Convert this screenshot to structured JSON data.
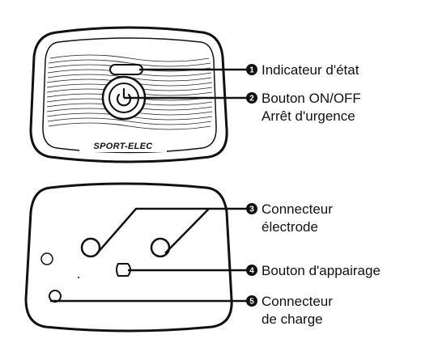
{
  "device": {
    "brand": "SPORT-ELEC"
  },
  "callouts": [
    {
      "number": "1",
      "lines": [
        "Indicateur d'état"
      ]
    },
    {
      "number": "2",
      "lines": [
        "Bouton ON/OFF",
        "Arrêt d'urgence"
      ]
    },
    {
      "number": "3",
      "lines": [
        "Connecteur",
        "électrode"
      ]
    },
    {
      "number": "4",
      "lines": [
        "Bouton d'appairage"
      ]
    },
    {
      "number": "5",
      "lines": [
        "Connecteur",
        "de charge"
      ]
    }
  ]
}
